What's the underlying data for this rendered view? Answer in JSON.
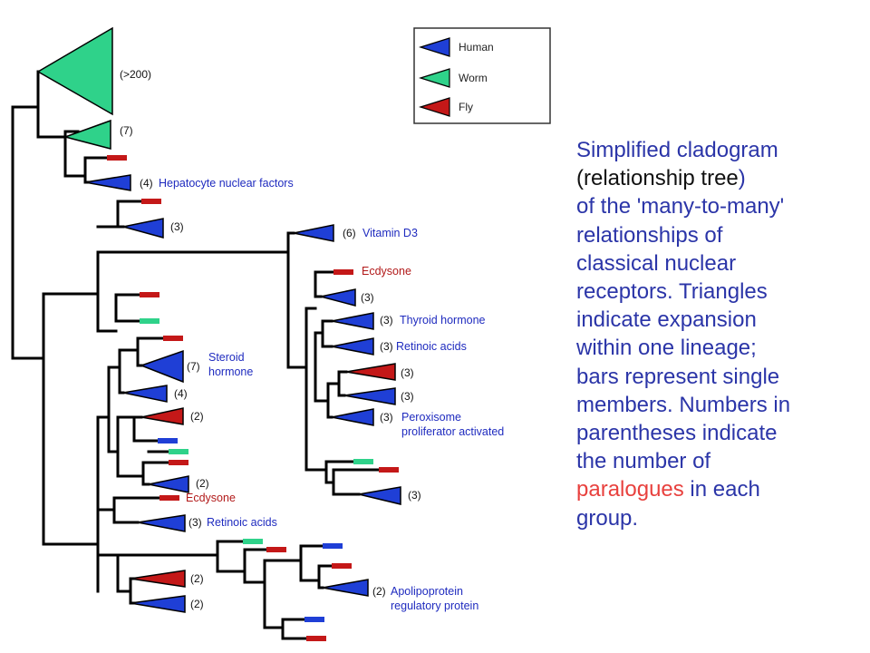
{
  "colors": {
    "human": "#1f3fd6",
    "worm": "#2fd28a",
    "fly": "#c41818",
    "line": "#000000",
    "caption": "#2b35a8",
    "highlight": "#e8413e"
  },
  "legend": {
    "items": [
      {
        "label": "Human",
        "icon": "blue-triangle-icon"
      },
      {
        "label": "Worm",
        "icon": "green-triangle-icon"
      },
      {
        "label": "Fly",
        "icon": "red-triangle-icon"
      }
    ]
  },
  "tree": {
    "counts": {
      "worm_top": "(>200)",
      "worm_second": "(7)",
      "hnf": "(4)",
      "upper_pair": "(3)",
      "vitd3": "(6)",
      "ecdysone_upper": "(3)",
      "thyroid": "(3)",
      "retinoic_upper": "(3)",
      "fly_pair": "(3)",
      "blue_pair": "(3)",
      "ppar": "(3)",
      "bottom_right": "(3)",
      "steroid": "(7)",
      "steroid_sib": "(4)",
      "red_lower": "(2)",
      "blue_lower": "(2)",
      "retinoic_lower": "(3)",
      "fly_bottom": "(2)",
      "human_bottom": "(2)",
      "apolipo": "(2)"
    },
    "labels": {
      "hnf": "Hepatocyte nuclear factors",
      "vitd3": "Vitamin D3",
      "ecdysone_upper": "Ecdysone",
      "thyroid": "Thyroid hormone",
      "retinoic_upper": "Retinoic acids",
      "ppar_line1": "Peroxisome",
      "ppar_line2": "proliferator activated",
      "steroid_line1": "Steroid",
      "steroid_line2": "hormone",
      "ecdysone_lower": "Ecdysone",
      "retinoic_lower": "Retinoic acids",
      "apolipo_line1": "Apolipoprotein",
      "apolipo_line2": "regulatory protein"
    }
  },
  "caption": {
    "line1": "Simplified cladogram",
    "line2_main": "(relationship tree",
    "line2_close": ")",
    "line3": "of the 'many-to-many'",
    "line4": "relationships of",
    "line5": "classical nuclear",
    "line6": "receptors. Triangles",
    "line7": "indicate expansion",
    "line8": "within one lineage;",
    "line9": "bars represent single",
    "line10": "members. Numbers in",
    "line11": "parentheses indicate",
    "line12": "the number of",
    "line13_highlight": "paralogues",
    "line13_rest": " in each",
    "line14": "group."
  }
}
